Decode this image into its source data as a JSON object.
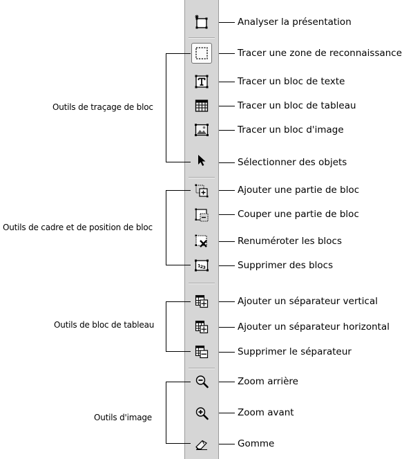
{
  "tools": [
    {
      "label": "Analyser la présentation",
      "icon": "analyze-layout-icon"
    },
    {
      "label": "Tracer une zone de reconnaissance",
      "icon": "recognition-area-icon"
    },
    {
      "label": "Tracer un bloc de texte",
      "icon": "text-block-icon"
    },
    {
      "label": "Tracer un bloc de tableau",
      "icon": "table-block-icon"
    },
    {
      "label": "Tracer un bloc d'image",
      "icon": "picture-block-icon"
    },
    {
      "label": "Sélectionner des objets",
      "icon": "select-arrow-icon"
    },
    {
      "label": "Ajouter une partie de bloc",
      "icon": "add-block-part-icon"
    },
    {
      "label": "Couper une partie de bloc",
      "icon": "cut-block-part-icon"
    },
    {
      "label": "Renuméroter les blocs",
      "icon": "delete-blocks-icon"
    },
    {
      "label": "Supprimer des blocs",
      "icon": "renumber-blocks-icon"
    },
    {
      "label": "Ajouter un séparateur vertical",
      "icon": "vertical-separator-icon"
    },
    {
      "label": "Ajouter un séparateur horizontal",
      "icon": "horizontal-separator-icon"
    },
    {
      "label": "Supprimer le séparateur",
      "icon": "remove-separator-icon"
    },
    {
      "label": "Zoom arrière",
      "icon": "zoom-out-icon"
    },
    {
      "label": "Zoom avant",
      "icon": "zoom-in-icon"
    },
    {
      "label": "Gomme",
      "icon": "eraser-icon"
    }
  ],
  "groups": [
    {
      "label": "Outils de traçage de bloc"
    },
    {
      "label": "Outils de cadre et de position de bloc"
    },
    {
      "label": "Outils de bloc de tableau"
    },
    {
      "label": "Outils d'image"
    }
  ]
}
